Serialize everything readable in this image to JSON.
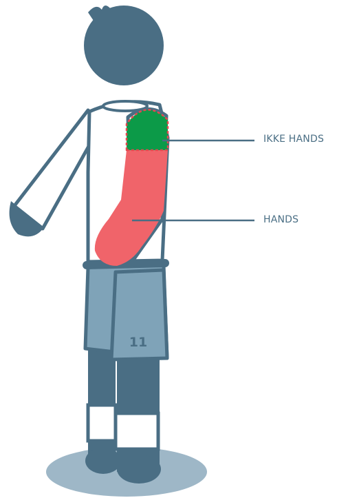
{
  "labels": {
    "not_handball": "IKKE HANDS",
    "handball": "HANDS"
  },
  "player": {
    "shirt_number": "11"
  },
  "colors": {
    "outline": "#4a6e84",
    "label_text": "#4a6e84",
    "handball_zone": "#f0646a",
    "not_handball_zone": "#0c9a48",
    "not_handball_border": "#e5484f",
    "shorts": "#7fa3b8",
    "shadow": "#9eb7c7",
    "shirt": "#ffffff"
  }
}
